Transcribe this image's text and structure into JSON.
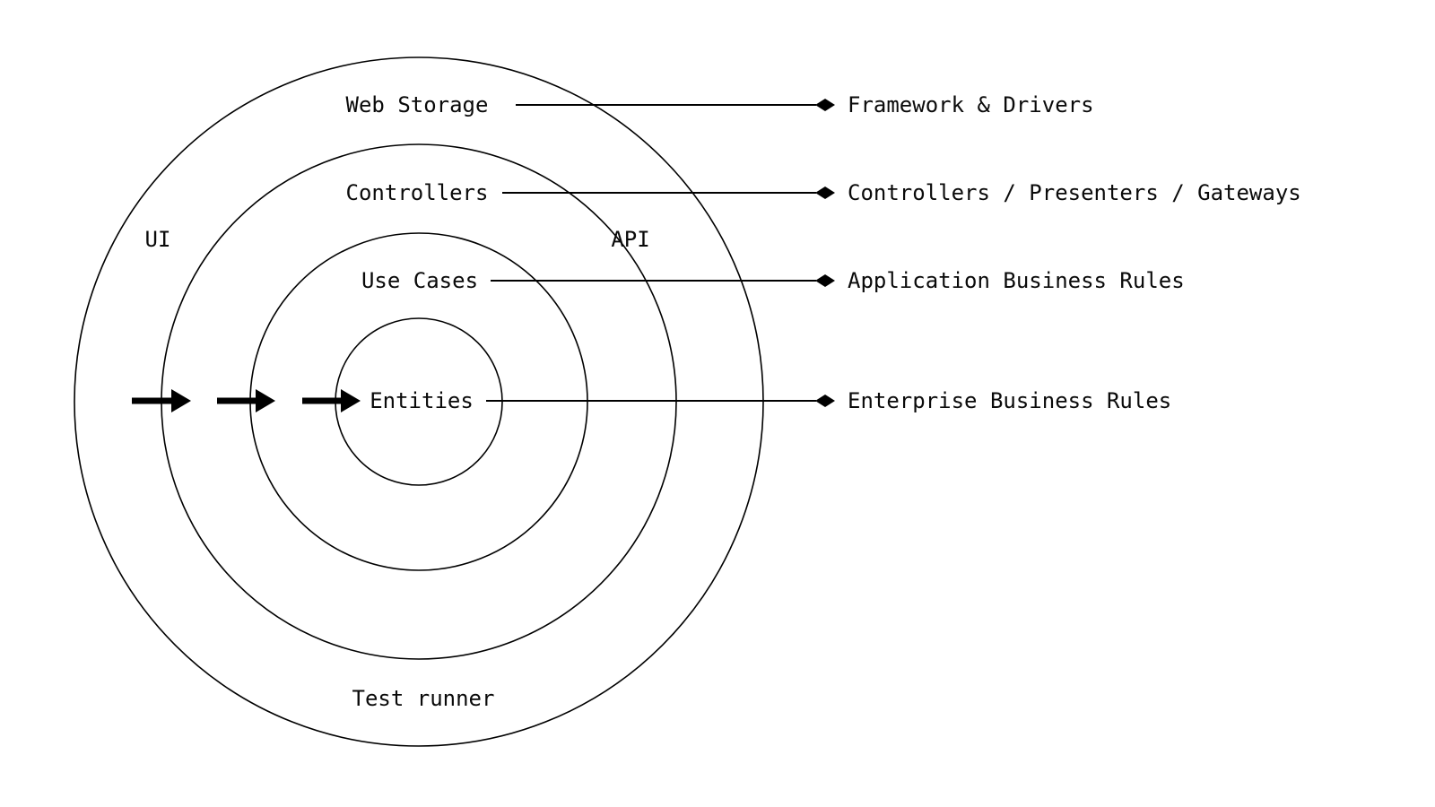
{
  "diagram": {
    "colors": {
      "line": "#000000",
      "text": "#0a0a0a",
      "background": "#ffffff"
    },
    "rings": [
      {
        "label": "Web Storage",
        "right_label": "Framework & Drivers"
      },
      {
        "label": "Controllers",
        "right_label": "Controllers / Presenters / Gateways"
      },
      {
        "label": "Use Cases",
        "right_label": "Application Business Rules"
      },
      {
        "label": "Entities",
        "right_label": "Enterprise Business Rules"
      }
    ],
    "outer_ring_labels": {
      "left": "UI",
      "right": "API",
      "bottom": "Test runner"
    },
    "icons": {
      "leader-arrowhead-icon": "♦ filled diamond",
      "inward-dependency-arrow-icon": "➤ filled triangle arrow"
    }
  }
}
